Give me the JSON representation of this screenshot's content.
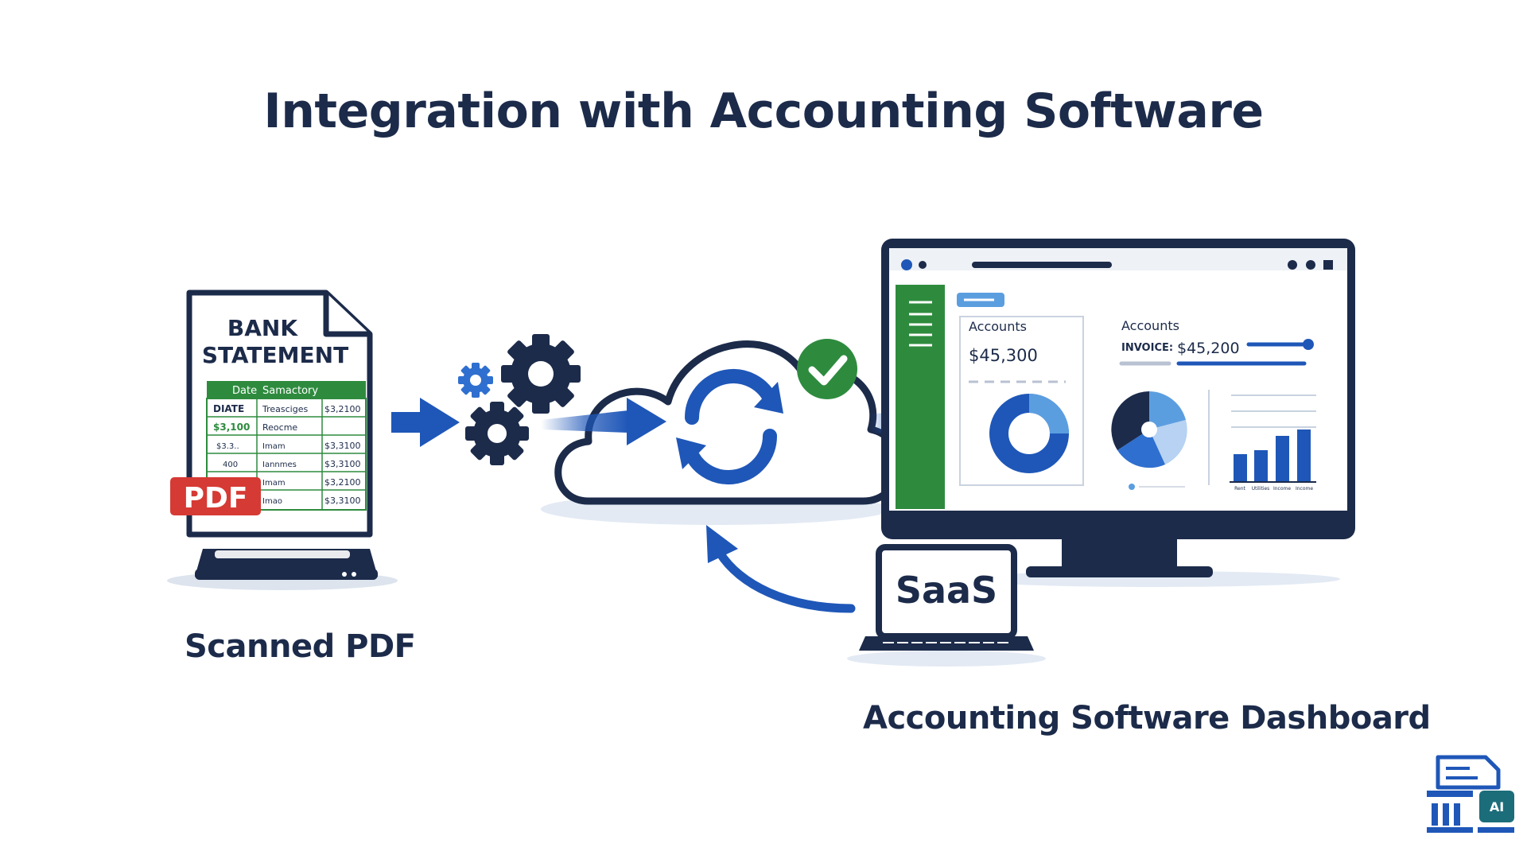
{
  "title": "Integration with Accounting Software",
  "source": {
    "label": "Scanned PDF",
    "doc_title_line1": "BANK",
    "doc_title_line2": "STATEMENT",
    "badge": "PDF",
    "table_headers": [
      "Date",
      "Samactory"
    ],
    "table_rows": [
      [
        "DIATE",
        "Treasciges",
        "$3,2100"
      ],
      [
        "$3,100",
        "Reocme",
        ""
      ],
      [
        "$3.3..",
        "Imam",
        "$3,3100"
      ],
      [
        "400",
        "Iannmes",
        "$3,3100"
      ],
      [
        "",
        "Imam",
        "$3,2100"
      ],
      [
        "",
        "Imao",
        "$3,3100"
      ]
    ]
  },
  "saas": {
    "label": "SaaS"
  },
  "dashboard": {
    "label": "Accounting Software Dashboard",
    "card1": {
      "heading": "Accounts",
      "amount": "$45,300"
    },
    "card2": {
      "heading": "Accounts",
      "invoice_label": "INVOICE:",
      "amount": "$45,200"
    },
    "bar_labels": [
      "Rent",
      "Utilities",
      "Income",
      "Income"
    ]
  },
  "colors": {
    "navy": "#1c2b4a",
    "blue": "#1f57b8",
    "light_blue": "#5b9ee0",
    "green": "#2e8b3e",
    "red": "#d63a34"
  },
  "icons": [
    "gear-icon",
    "cloud-icon",
    "sync-icon",
    "check-icon",
    "monitor-icon",
    "laptop-icon",
    "scanner-icon",
    "logo-icon"
  ]
}
